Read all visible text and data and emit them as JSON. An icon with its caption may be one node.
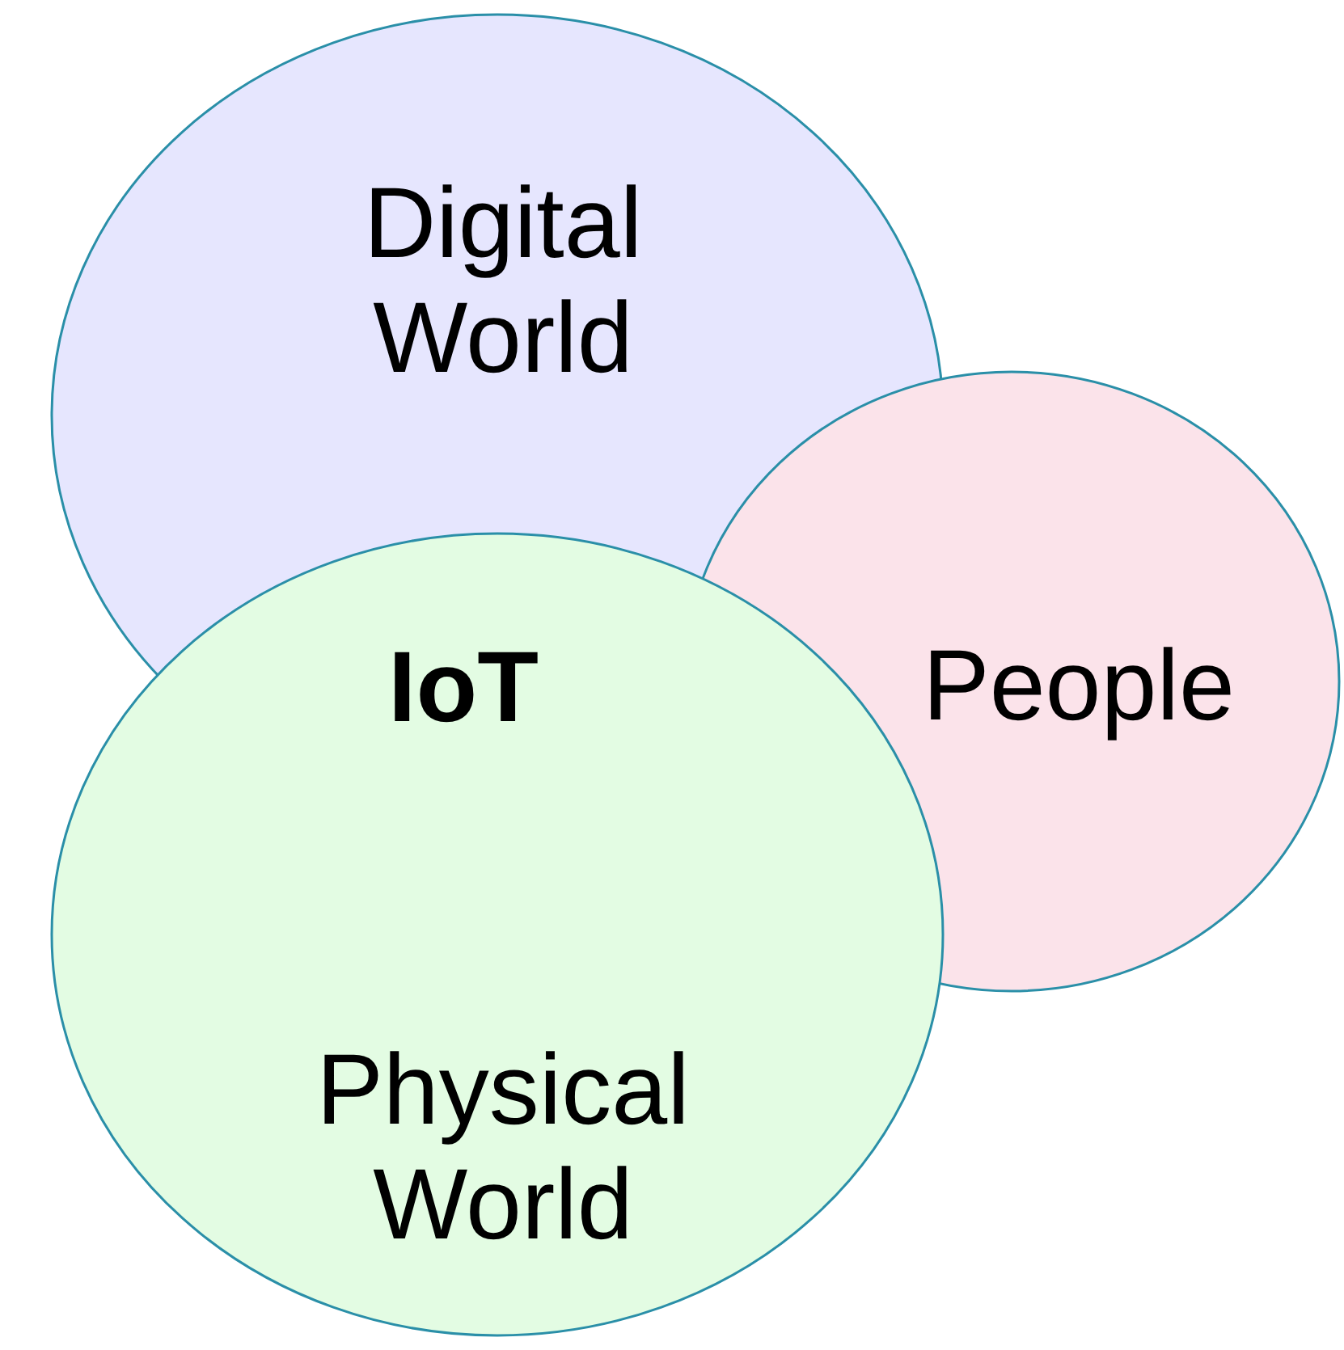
{
  "diagram": {
    "nodes": [
      {
        "text": [
          "Digital World"
        ]
      },
      {
        "text": [
          "People"
        ]
      },
      {
        "text": [
          "Physical World"
        ]
      }
    ],
    "labels": [
      "IoT"
    ]
  }
}
